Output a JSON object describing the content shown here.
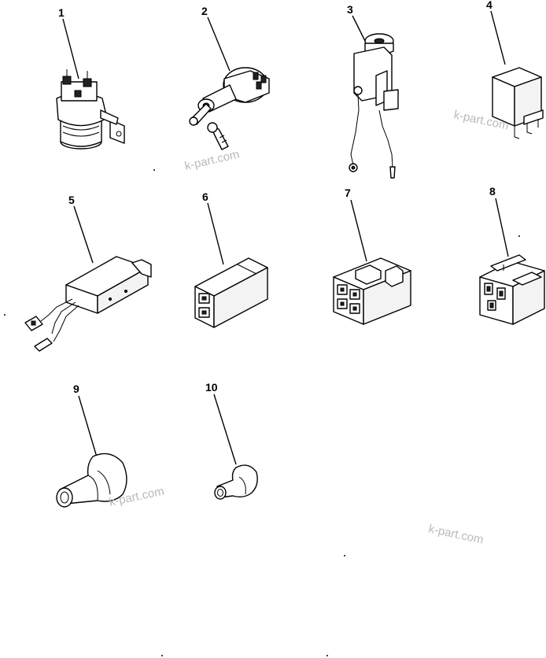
{
  "parts": [
    {
      "callout": "1",
      "icon": "starter-solenoid-icon"
    },
    {
      "callout": "2",
      "icon": "key-switch-icon"
    },
    {
      "callout": "3",
      "icon": "switch-with-leads-icon"
    },
    {
      "callout": "4",
      "icon": "relay-icon"
    },
    {
      "callout": "5",
      "icon": "controller-unit-icon"
    },
    {
      "callout": "6",
      "icon": "two-pin-connector-icon"
    },
    {
      "callout": "7",
      "icon": "four-pin-connector-icon"
    },
    {
      "callout": "8",
      "icon": "relay-socket-icon"
    },
    {
      "callout": "9",
      "icon": "large-boot-icon"
    },
    {
      "callout": "10",
      "icon": "small-boot-icon"
    }
  ],
  "watermark": "k-part.com"
}
